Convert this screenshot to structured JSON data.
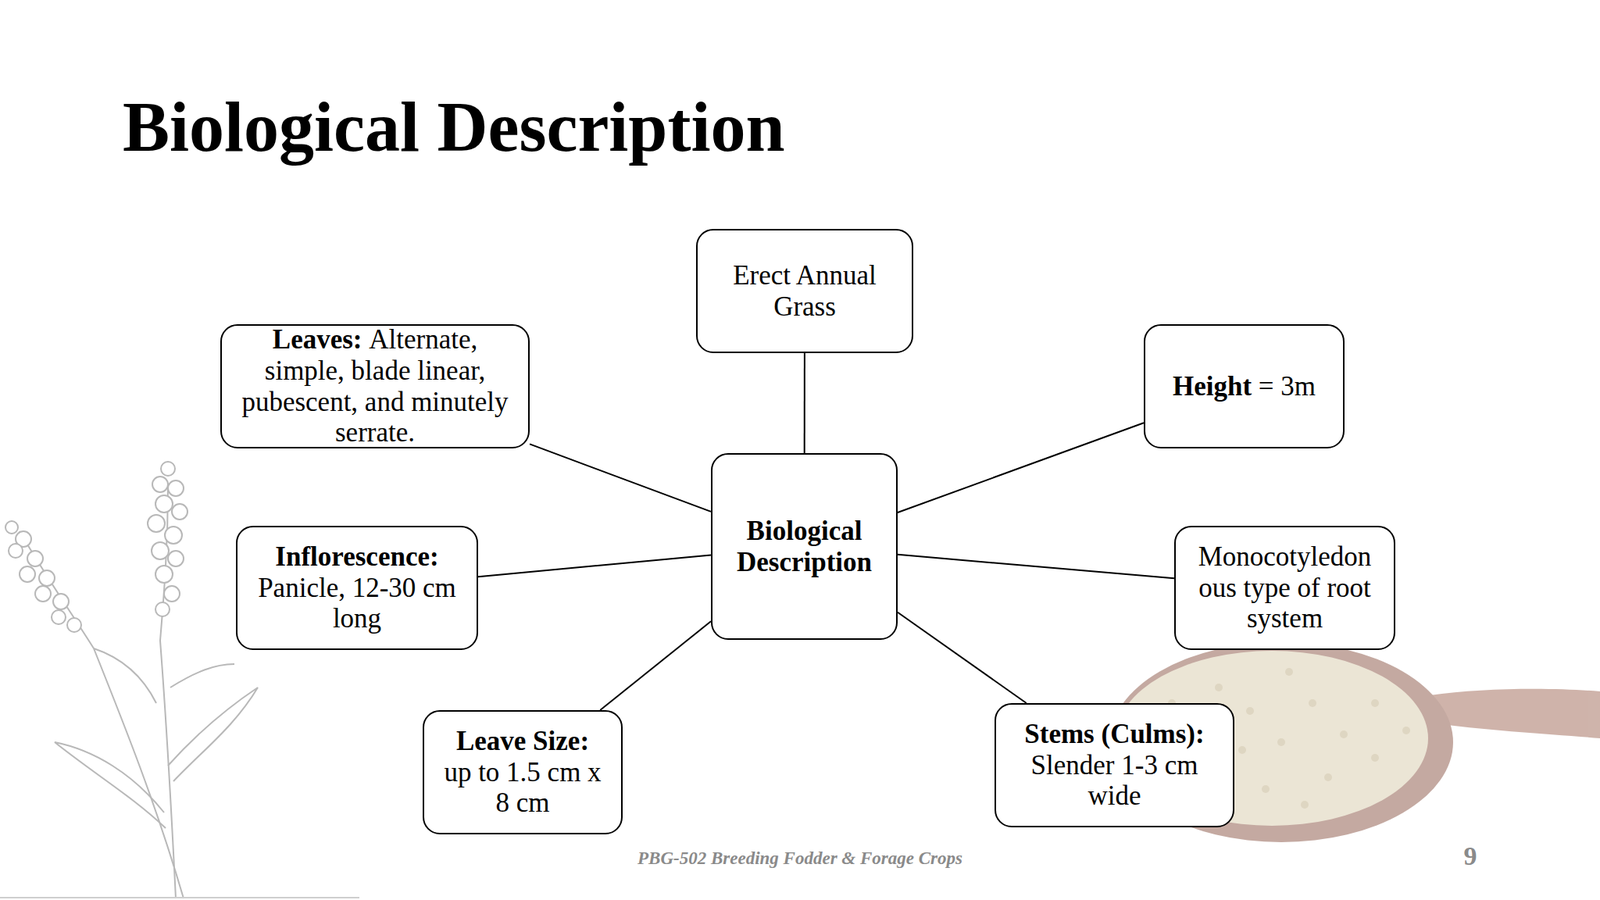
{
  "diagram": {
    "title": "Biological Description",
    "nodes": [
      {
        "text": [
          "Erect Annual Grass"
        ]
      },
      {
        "text": [
          "Leaves:",
          "Alternate, simple, blade linear, pubescent, and minutely serrate."
        ]
      },
      {
        "text": [
          "Height",
          "= 3m"
        ]
      },
      {
        "text": [
          "Biological Description"
        ]
      },
      {
        "text": [
          "Inflorescence:",
          "Panicle, 12-30 cm long"
        ]
      },
      {
        "text": [
          "Monocotyledon ous type of root system"
        ]
      },
      {
        "text": [
          "Stems (Culms):",
          "Slender 1-3 cm wide"
        ]
      },
      {
        "text": [
          "Leave Size:",
          "up to 1.5 cm x 8 cm"
        ]
      }
    ],
    "edges": [
      {
        "from": 3,
        "to": 0,
        "arrow": "none"
      },
      {
        "from": 3,
        "to": 1,
        "arrow": "none"
      },
      {
        "from": 3,
        "to": 2,
        "arrow": "none"
      },
      {
        "from": 3,
        "to": 4,
        "arrow": "none"
      },
      {
        "from": 3,
        "to": 5,
        "arrow": "none"
      },
      {
        "from": 3,
        "to": 6,
        "arrow": "none"
      },
      {
        "from": 3,
        "to": 7,
        "arrow": "none"
      }
    ],
    "labels": [
      "PBG-502 Breeding Fodder & Forage Crops",
      "9"
    ]
  }
}
